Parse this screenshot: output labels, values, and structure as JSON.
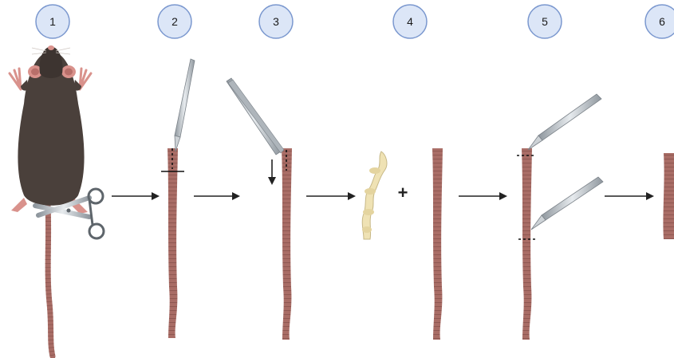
{
  "steps": [
    {
      "label": "1"
    },
    {
      "label": "2"
    },
    {
      "label": "3"
    },
    {
      "label": "4"
    },
    {
      "label": "5"
    },
    {
      "label": "6"
    }
  ],
  "plus_sign": "+",
  "colors": {
    "step_circle_fill": "#dce6f7",
    "step_circle_stroke": "#7b98cf",
    "tail_fill": "#a96d66",
    "tail_stripe": "#8c5650",
    "mouse_body": "#4a403b",
    "mouse_pink": "#d9928c",
    "bone": "#efe2b4",
    "instrument": "#b8bec4",
    "arrow": "#222222"
  },
  "icons": [
    "mouse-illustration",
    "scissors-icon",
    "forceps-icon",
    "scalpel-icon",
    "bone-icon",
    "tail-segment"
  ]
}
